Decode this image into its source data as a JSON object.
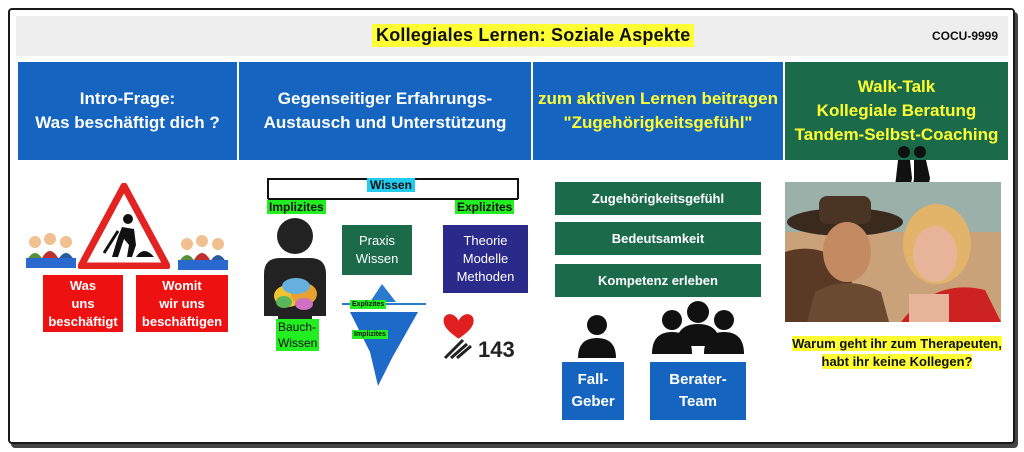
{
  "header": {
    "title": "Kollegiales Lernen: Soziale Aspekte",
    "code": "COCU-9999"
  },
  "columns": [
    {
      "line1": "Intro-Frage:",
      "line2": "Was beschäftigt dich ?",
      "line3": ""
    },
    {
      "line1": "Gegenseitiger Erfahrungs-",
      "line2": "Austausch und Unterstützung",
      "line3": ""
    },
    {
      "line1": "zum aktiven Lernen beitragen",
      "line2": "\"Zugehörigkeitsgefühl\"",
      "line3": ""
    },
    {
      "line1": "Walk-Talk",
      "line2": "Kollegiale Beratung",
      "line3": "Tandem-Selbst-Coaching"
    }
  ],
  "intro": {
    "box_left": {
      "l1": "Was",
      "l2": "uns",
      "l3": "beschäftigt"
    },
    "box_right": {
      "l1": "Womit",
      "l2": "wir uns",
      "l3": "beschäftigen"
    }
  },
  "wissen": {
    "label": "Wissen",
    "implizites": "Implizites",
    "explizites": "Explizites",
    "praxis": {
      "l1": "Praxis",
      "l2": "Wissen"
    },
    "theorie": {
      "l1": "Theorie",
      "l2": "Modelle",
      "l3": "Methoden"
    },
    "bauch": {
      "l1": "Bauch-",
      "l2": "Wissen"
    },
    "iceberg_top": "Explizites",
    "iceberg_bottom": "Implizites",
    "heart_number": "143"
  },
  "belonging": {
    "items": [
      "Zugehörigkeitsgefühl",
      "Bedeutsamkeit",
      "Kompetenz erleben"
    ],
    "fallgeber": {
      "l1": "Fall-",
      "l2": "Geber"
    },
    "beratertam": {
      "l1": "Berater-",
      "l2": "Team"
    }
  },
  "walk": {
    "question_l1": "Warum geht ihr zum Therapeuten,",
    "question_l2": "habt ihr keine Kollegen?"
  },
  "colors": {
    "blue": "#1565c0",
    "green": "#1b6b4a",
    "yellow": "#ffff33",
    "red": "#ee1111",
    "navy": "#2a2a8a"
  }
}
